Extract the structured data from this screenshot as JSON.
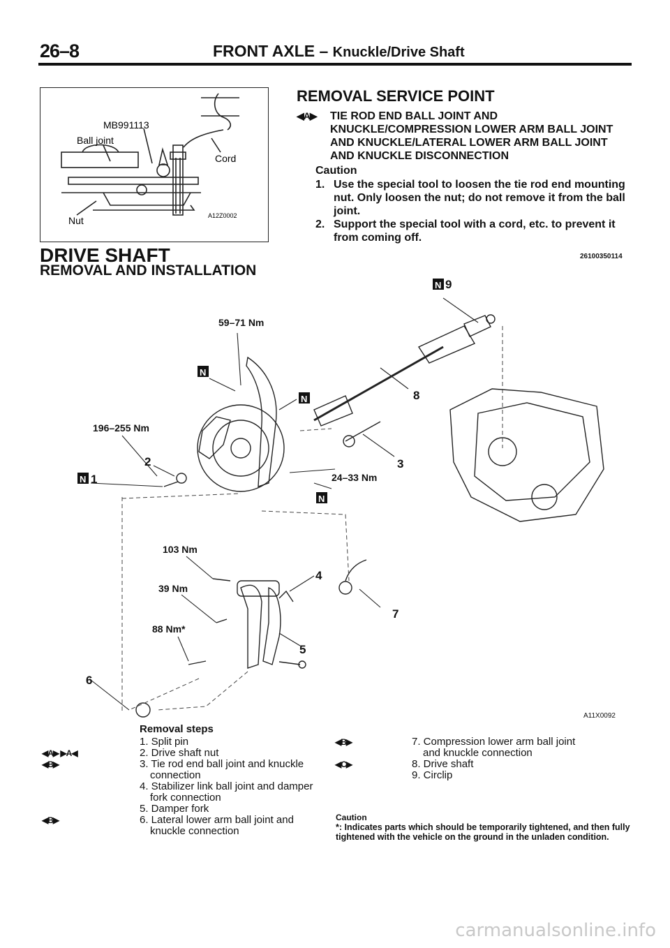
{
  "header": {
    "page_number": "26–8",
    "title": "FRONT AXLE –",
    "subtitle": "Knuckle/Drive Shaft"
  },
  "figure1": {
    "labels": {
      "tool": "MB991113",
      "ball_joint": "Ball joint",
      "cord": "Cord",
      "nut": "Nut",
      "code": "A12Z0002"
    }
  },
  "drive_shaft": {
    "title": "DRIVE SHAFT",
    "subtitle": "REMOVAL AND INSTALLATION"
  },
  "removal_service_point": {
    "title": "REMOVAL SERVICE POINT",
    "marker": "◀A▶",
    "heading": "TIE ROD END BALL JOINT AND KNUCKLE/COMPRESSION LOWER ARM BALL JOINT AND KNUCKLE/LATERAL LOWER ARM BALL JOINT AND KNUCKLE DISCONNECTION",
    "caution_label": "Caution",
    "steps": [
      {
        "num": "1.",
        "text": "Use the special tool to loosen the tie rod end mounting nut. Only loosen the nut; do not remove it from the ball joint."
      },
      {
        "num": "2.",
        "text": "Support the special tool with a cord, etc. to prevent it from coming off."
      }
    ],
    "code": "26100350114"
  },
  "diagram": {
    "code": "A11X0092",
    "torques": {
      "t1": "59–71 Nm",
      "t2": "196–255 Nm",
      "t3": "24–33 Nm",
      "t4": "103 Nm",
      "t5": "39 Nm",
      "t6": "88 Nm*"
    },
    "callouts": {
      "c1": "1",
      "c2": "2",
      "c3": "3",
      "c4": "4",
      "c5": "5",
      "c6": "6",
      "c7": "7",
      "c8": "8",
      "c9": "9",
      "new_part": "N"
    }
  },
  "removal_steps": {
    "title": "Removal steps",
    "left": [
      {
        "marker": "",
        "text": "1. Split pin"
      },
      {
        "marker": "◀A▶  ▶A◀",
        "text": "2. Drive shaft nut"
      },
      {
        "marker": "◀B▶",
        "text": "3. Tie rod end ball joint and knuckle"
      },
      {
        "marker": "",
        "text": "connection"
      },
      {
        "marker": "",
        "text": "4. Stabilizer link ball joint and damper"
      },
      {
        "marker": "",
        "text": "fork connection"
      },
      {
        "marker": "",
        "text": "5. Damper fork"
      },
      {
        "marker": "◀B▶",
        "text": "6. Lateral lower arm ball joint and"
      },
      {
        "marker": "",
        "text": "knuckle connection"
      }
    ],
    "right": [
      {
        "marker": "◀B▶",
        "text": "7. Compression lower arm ball joint"
      },
      {
        "marker": "",
        "text": "and knuckle connection"
      },
      {
        "marker": "◀C▶",
        "text": "8. Drive shaft"
      },
      {
        "marker": "",
        "text": "9. Circlip"
      }
    ]
  },
  "caution2": {
    "label": "Caution",
    "text": "*: Indicates parts which should be temporarily tightened, and then fully tightened with the vehicle on the ground in the unladen condition."
  },
  "watermark": "carmanualsonline.info"
}
